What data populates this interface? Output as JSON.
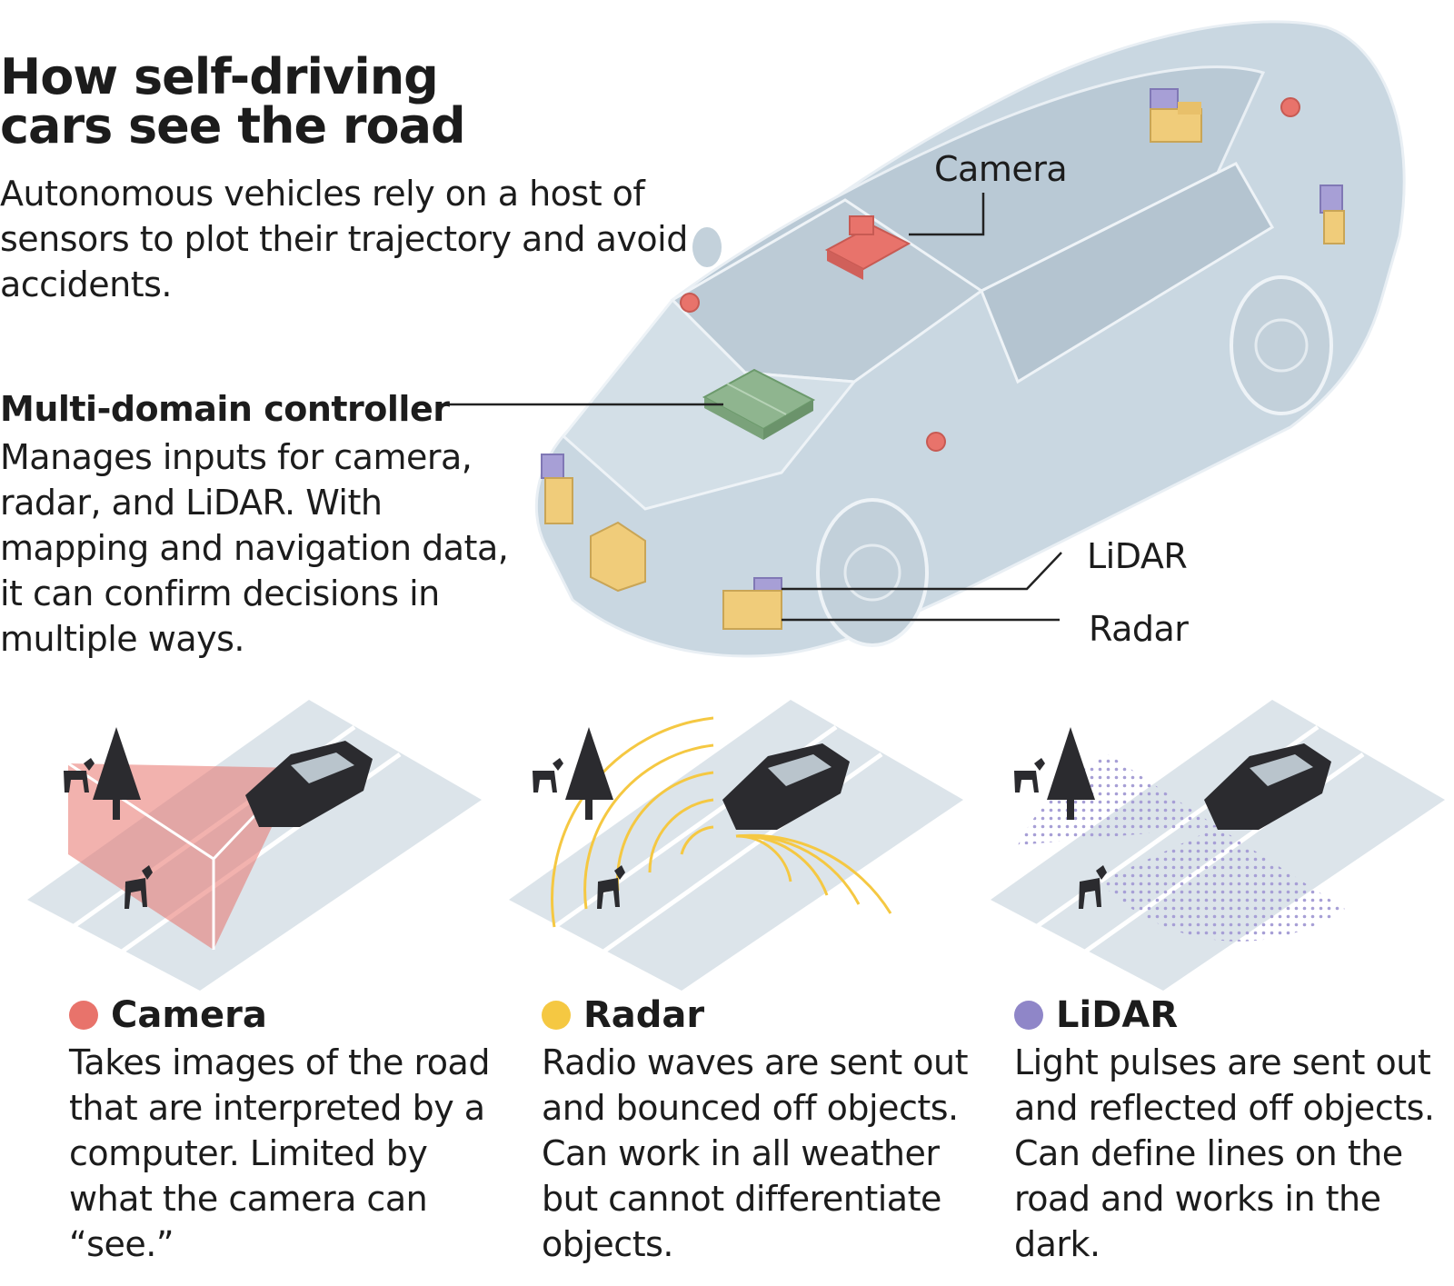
{
  "title": "How self-driving cars see the road",
  "subtitle": "Autonomous vehicles rely on a host of sensors to plot their trajectory and avoid accidents.",
  "controller": {
    "heading": "Multi-domain controller",
    "description": "Manages inputs for camera, radar, and LiDAR. With mapping and navigation data, it can confirm decisions in multiple ways."
  },
  "callouts": {
    "camera": "Camera",
    "lidar": "LiDAR",
    "radar": "Radar"
  },
  "sensors": [
    {
      "name": "Camera",
      "color": "#e8736b",
      "description": "Takes images of the road that are interpreted by a computer. Limited by what the camera can “see.”"
    },
    {
      "name": "Radar",
      "color": "#f5c842",
      "description": "Radio waves are sent out and bounced off objects. Can work in all weather but cannot differentiate objects."
    },
    {
      "name": "LiDAR",
      "color": "#8f86c8",
      "description": "Light pulses are sent out and reflected off objects. Can define lines on the road and works in the dark."
    }
  ],
  "colors": {
    "car_body": "#c9d7e1",
    "road": "#dce4ea",
    "controller": "#8fb58f",
    "camera": "#e8736b",
    "radar": "#f0cc7a",
    "lidar": "#a79fd6"
  }
}
